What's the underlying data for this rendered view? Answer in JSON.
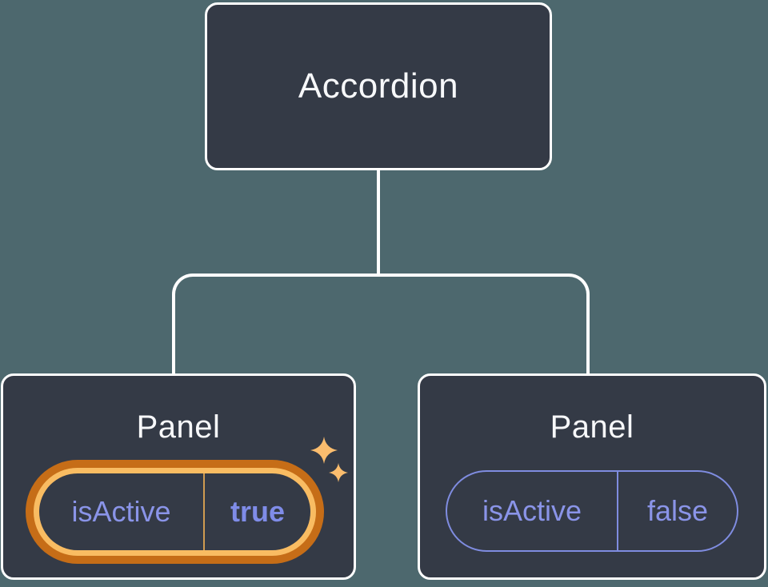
{
  "colors": {
    "background": "#4d686e",
    "node_fill": "#343a46",
    "node_border": "#ffffff",
    "connector": "#ffffff",
    "label_text": "#f7f8fa",
    "purple_text": "#8a94e8",
    "purple_text_bold": "#7f8ce8",
    "purple_border": "#7f8ce0",
    "ring_outer": "#c66d17",
    "ring_inner": "#f9bc62",
    "ring_divider": "#cf9b51",
    "sparkle": "#fbbd6e"
  },
  "tree": {
    "root": {
      "label": "Accordion"
    },
    "children": [
      {
        "label": "Panel",
        "highlighted": true,
        "state": {
          "key": "isActive",
          "value": "true"
        }
      },
      {
        "label": "Panel",
        "highlighted": false,
        "state": {
          "key": "isActive",
          "value": "false"
        }
      }
    ]
  }
}
